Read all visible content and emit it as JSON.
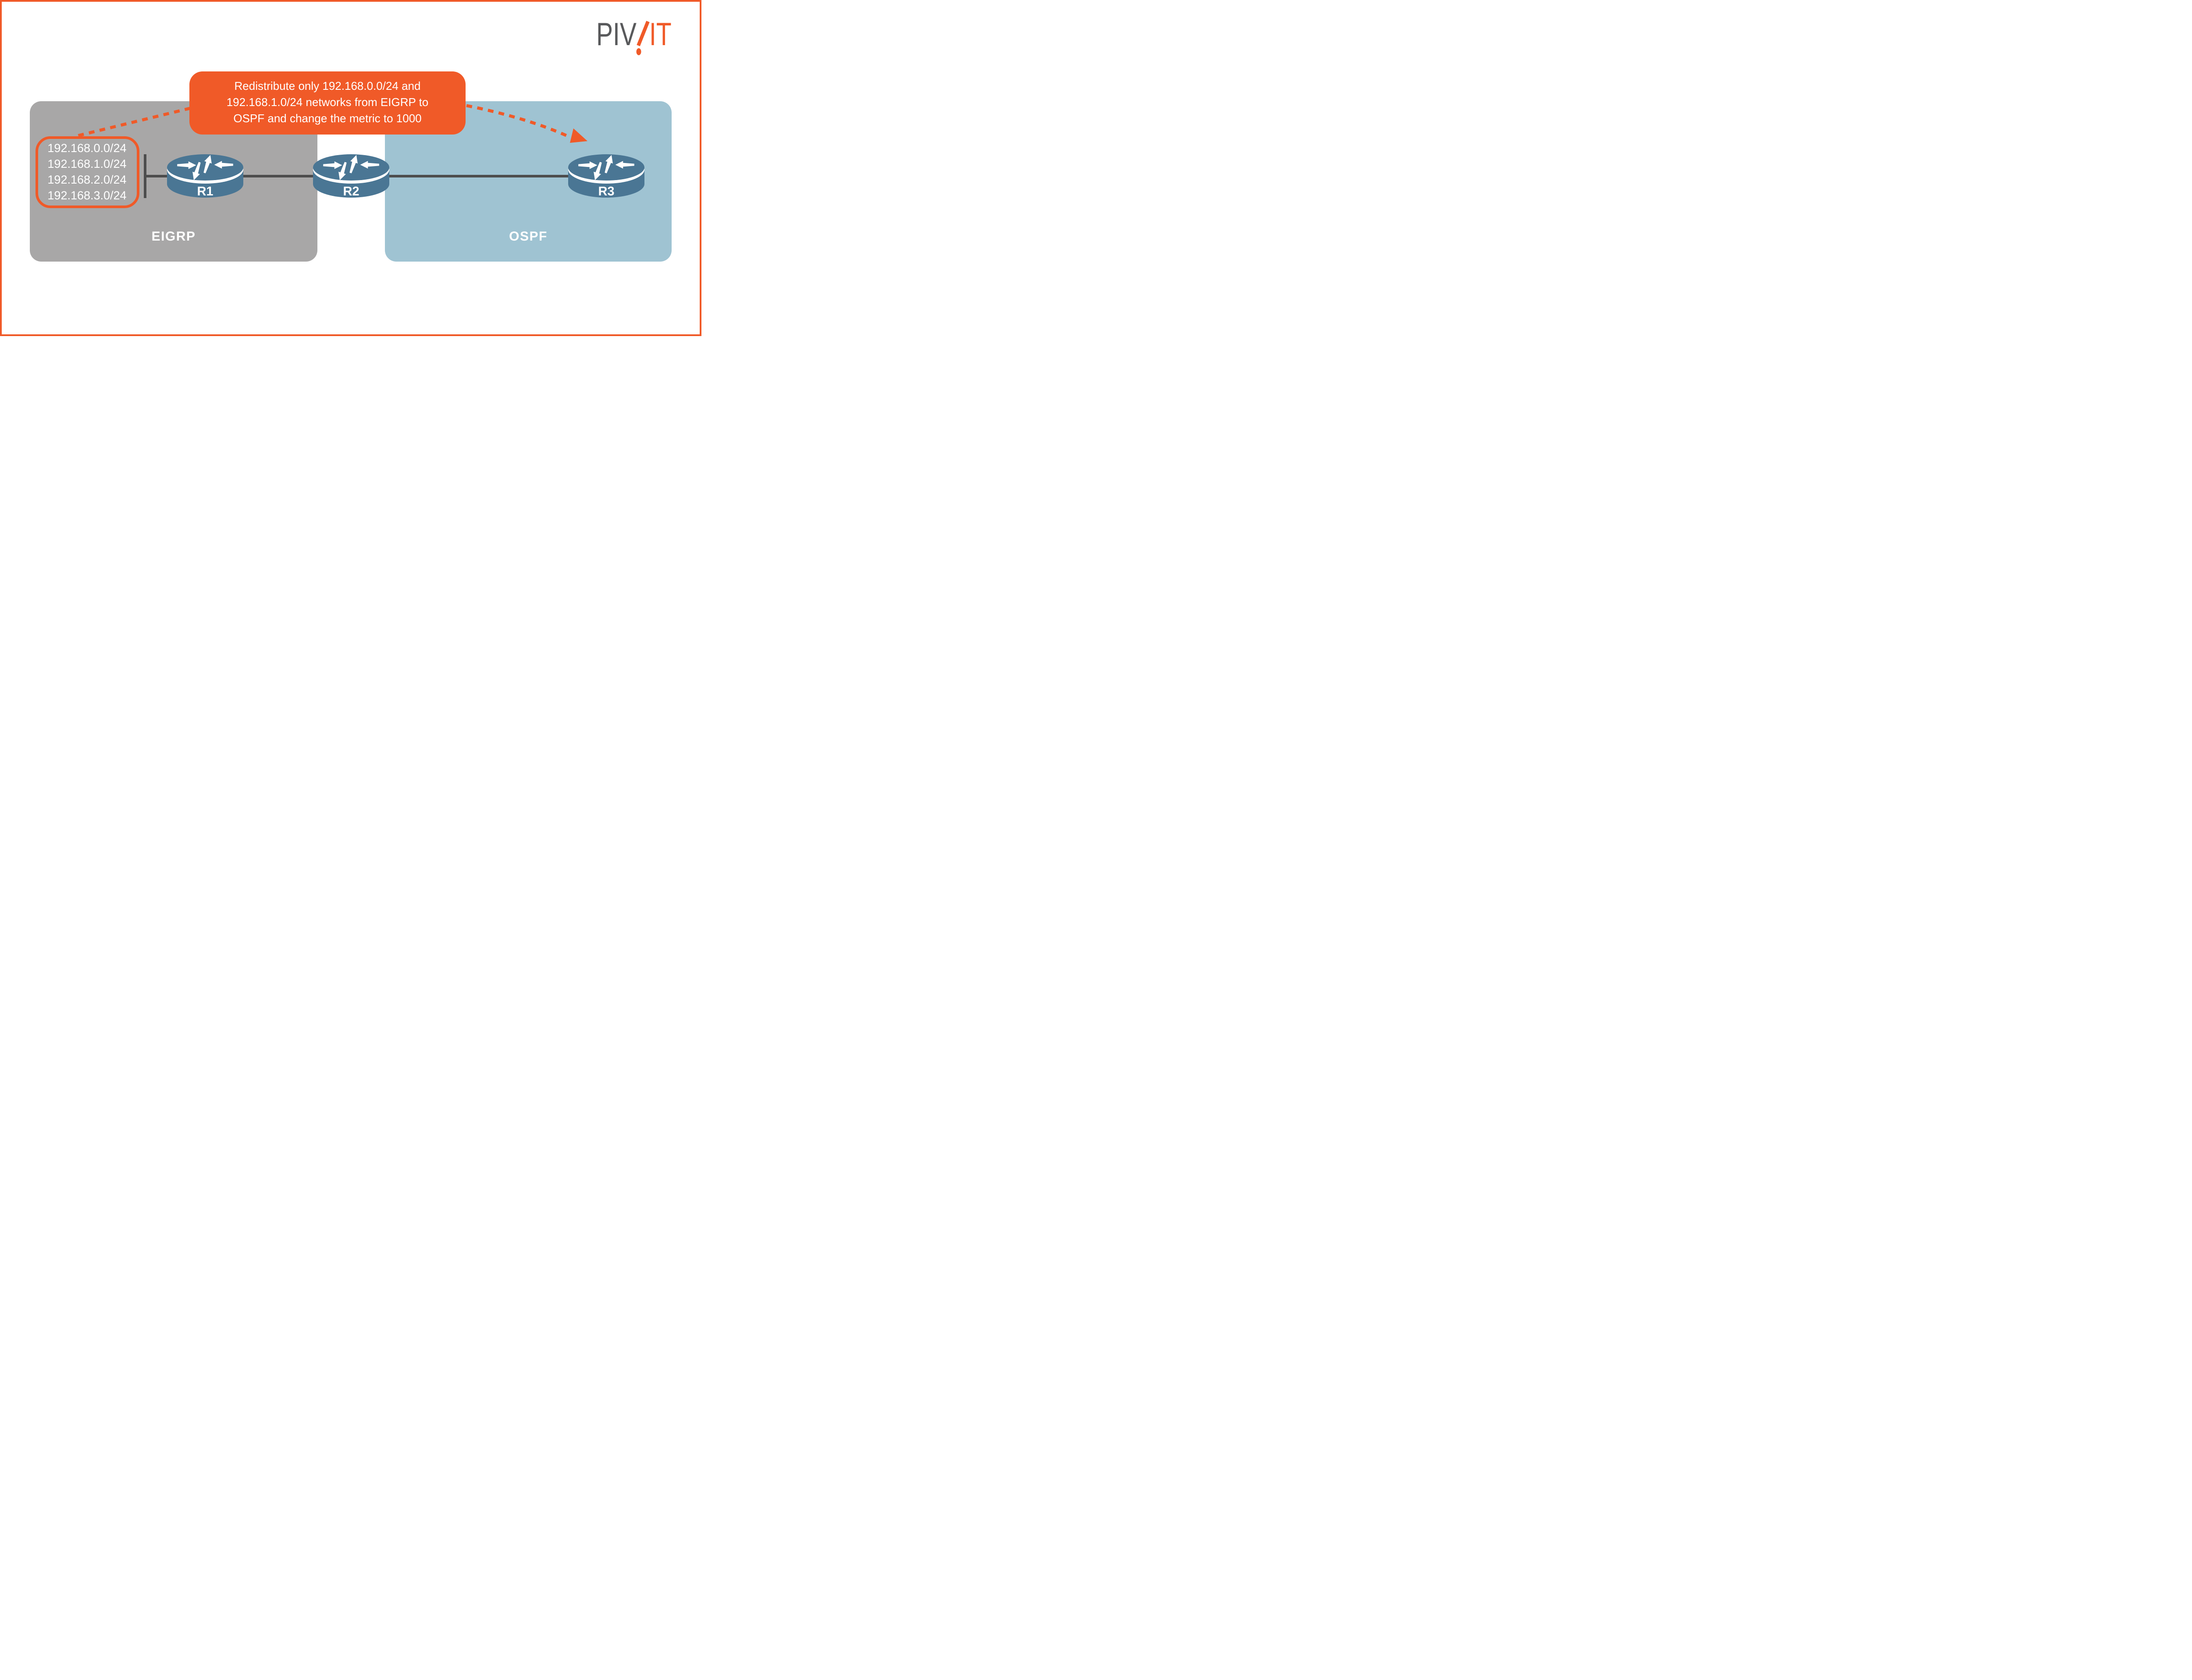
{
  "logo": {
    "prefix": "PIV",
    "suffix": "IT"
  },
  "callout": {
    "lines": [
      "Redistribute only 192.168.0.0/24 and",
      "192.168.1.0/24 networks from EIGRP to",
      "OSPF and change the metric to 1000"
    ]
  },
  "regions": {
    "left": {
      "label": "EIGRP"
    },
    "right": {
      "label": "OSPF"
    }
  },
  "networks": {
    "items": [
      "192.168.0.0/24",
      "192.168.1.0/24",
      "192.168.2.0/24",
      "192.168.3.0/24"
    ]
  },
  "routers": [
    {
      "label": "R1"
    },
    {
      "label": "R2"
    },
    {
      "label": "R3"
    }
  ],
  "colors": {
    "orange": "#F05A28",
    "logo-gray": "#58595B",
    "region-gray": "#A8A7A7",
    "region-blue": "#9FC3D2",
    "router-blue": "#4A7694",
    "line-gray": "#4D4D4D",
    "text-white": "#FFFFFF"
  }
}
